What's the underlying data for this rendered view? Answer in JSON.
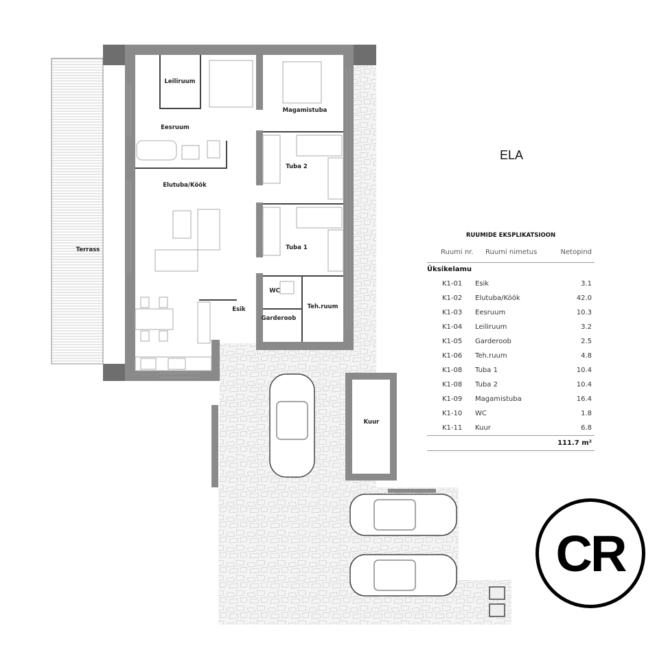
{
  "plan_title": "ELA",
  "rooms": {
    "leiliruum": "Leiliruum",
    "eesruum": "Eesruum",
    "magamistuba": "Magamistuba",
    "tuba2": "Tuba 2",
    "elutuba": "Elutuba/Köök",
    "tuba1": "Tuba 1",
    "terrass": "Terrass",
    "wc": "WC",
    "esik": "Esik",
    "tehruum": "Teh.ruum",
    "garderoob": "Garderoob",
    "kuur": "Kuur"
  },
  "table": {
    "title": "RUUMIDE EKSPLIKATSIOON",
    "headers": [
      "Ruumi nr.",
      "Ruumi nimetus",
      "Netopind"
    ],
    "group": "Üksikelamu",
    "rows": [
      [
        "K1-01",
        "Esik",
        "3.1"
      ],
      [
        "K1-02",
        "Elutuba/Köök",
        "42.0"
      ],
      [
        "K1-03",
        "Eesruum",
        "10.3"
      ],
      [
        "K1-04",
        "Leiliruum",
        "3.2"
      ],
      [
        "K1-05",
        "Garderoob",
        "2.5"
      ],
      [
        "K1-06",
        "Teh.ruum",
        "4.8"
      ],
      [
        "K1-08",
        "Tuba 1",
        "10.4"
      ],
      [
        "K1-08",
        "Tuba 2",
        "10.4"
      ],
      [
        "K1-09",
        "Magamistuba",
        "16.4"
      ],
      [
        "K1-10",
        "WC",
        "1.8"
      ],
      [
        "K1-11",
        "Kuur",
        "6.8"
      ]
    ],
    "total": "111.7 m²"
  },
  "logo": "CR",
  "colors": {
    "wall": "#8a8a8a",
    "wall_dark": "#6e6e6e",
    "paving": "#f3f3f3",
    "line": "#444444"
  }
}
